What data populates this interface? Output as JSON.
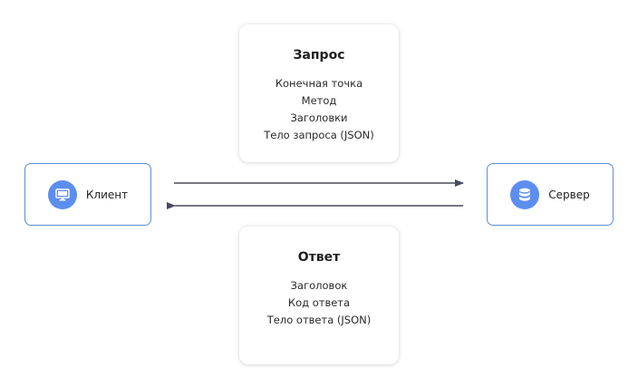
{
  "client": {
    "label": "Клиент",
    "icon": "monitor-icon"
  },
  "server": {
    "label": "Сервер",
    "icon": "database-icon"
  },
  "request": {
    "title": "Запрос",
    "items": [
      "Конечная точка",
      "Метод",
      "Заголовки",
      "Тело запроса (JSON)"
    ]
  },
  "response": {
    "title": "Ответ",
    "items": [
      "Заголовок",
      "Код ответа",
      "Тело ответа (JSON)"
    ]
  },
  "colors": {
    "node_border": "#5b8fd6",
    "icon_fill": "#5b8ef0",
    "arrow": "#4a4a60"
  }
}
